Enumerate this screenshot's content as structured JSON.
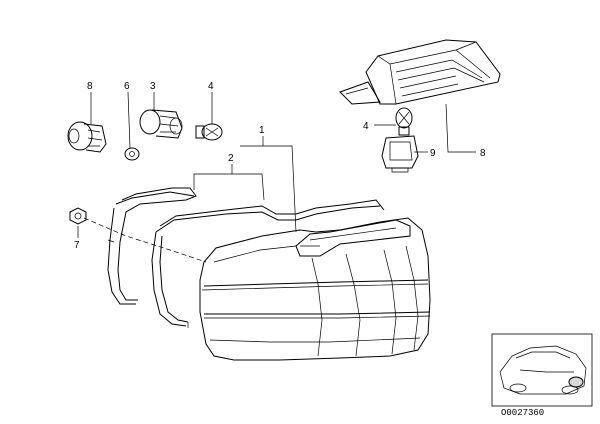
{
  "diagram": {
    "callouts": {
      "c8": "8",
      "c6": "6",
      "c3": "3",
      "c4_top": "4",
      "c1": "1",
      "c2": "2",
      "c7": "7",
      "c4_right": "4",
      "c9": "9",
      "c8_right": "8"
    },
    "reference_code": "O0027360"
  },
  "colors": {
    "line": "#000000",
    "lamp_fill": "#f2f2f2",
    "shade": "#d8d8d8",
    "background": "#ffffff"
  }
}
